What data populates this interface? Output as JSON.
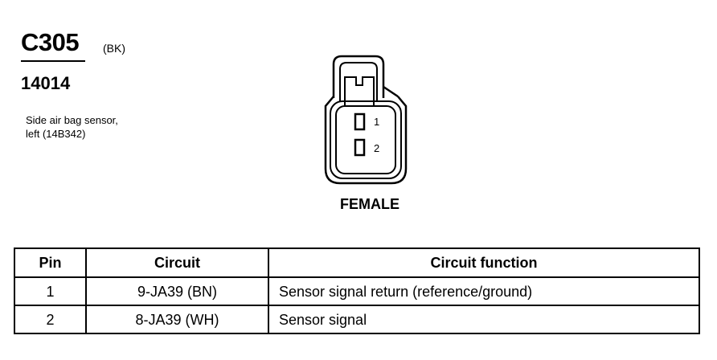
{
  "connector": {
    "id": "C305",
    "color": "(BK)",
    "part_number": "14014",
    "description_lines": [
      "Side air bag sensor,",
      "left (14B342)"
    ]
  },
  "diagram": {
    "pin_labels": [
      "1",
      "2"
    ],
    "gender": "FEMALE"
  },
  "table": {
    "headers": [
      "Pin",
      "Circuit",
      "Circuit function"
    ],
    "rows": [
      {
        "pin": "1",
        "circuit": "9-JA39 (BN)",
        "function": "Sensor signal return (reference/ground)"
      },
      {
        "pin": "2",
        "circuit": "8-JA39 (WH)",
        "function": "Sensor signal"
      }
    ]
  }
}
